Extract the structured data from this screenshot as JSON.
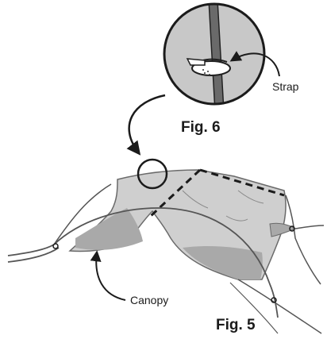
{
  "labels": {
    "strap": "Strap",
    "canopy": "Canopy",
    "fig6": "Fig. 6",
    "fig5": "Fig. 5"
  },
  "colors": {
    "outline": "#2a2a2a",
    "canopy_light": "#cfcfcf",
    "canopy_mid": "#a9a9a9",
    "detail_bg": "#c8c8c8",
    "strap": "#6a6a6a"
  }
}
